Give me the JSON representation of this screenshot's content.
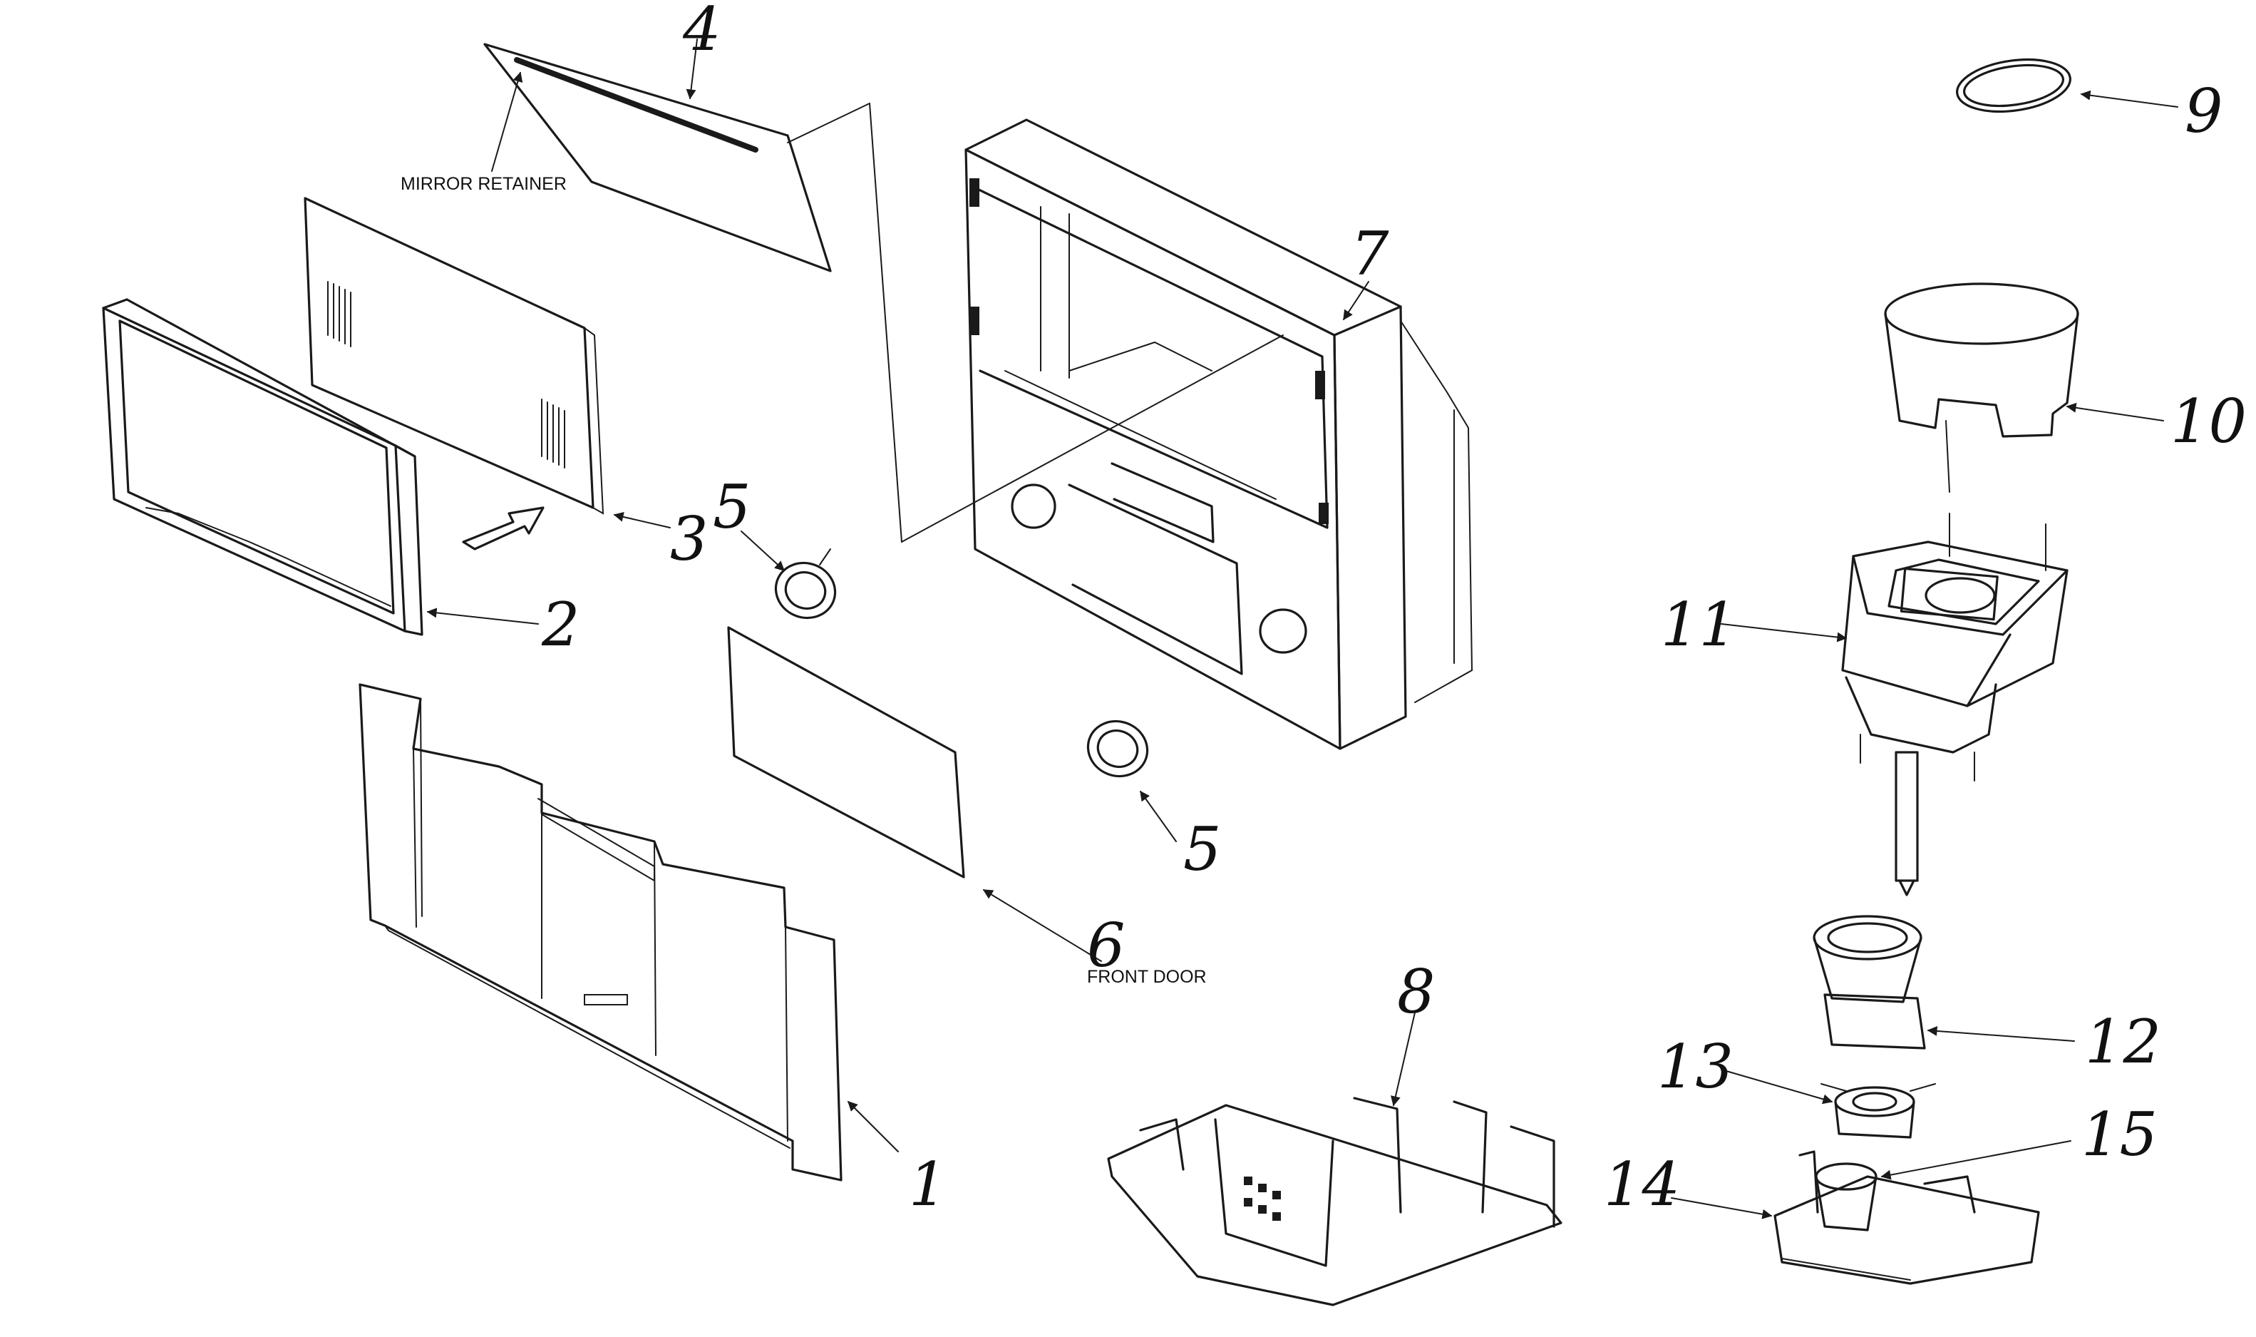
{
  "labels": {
    "mirror_retainer": "MIRROR RETAINER",
    "front_door": "FRONT DOOR"
  },
  "callouts": [
    "1",
    "2",
    "3",
    "4",
    "5",
    "5",
    "6",
    "7",
    "8",
    "9",
    "10",
    "11",
    "12",
    "13",
    "14",
    "15"
  ]
}
